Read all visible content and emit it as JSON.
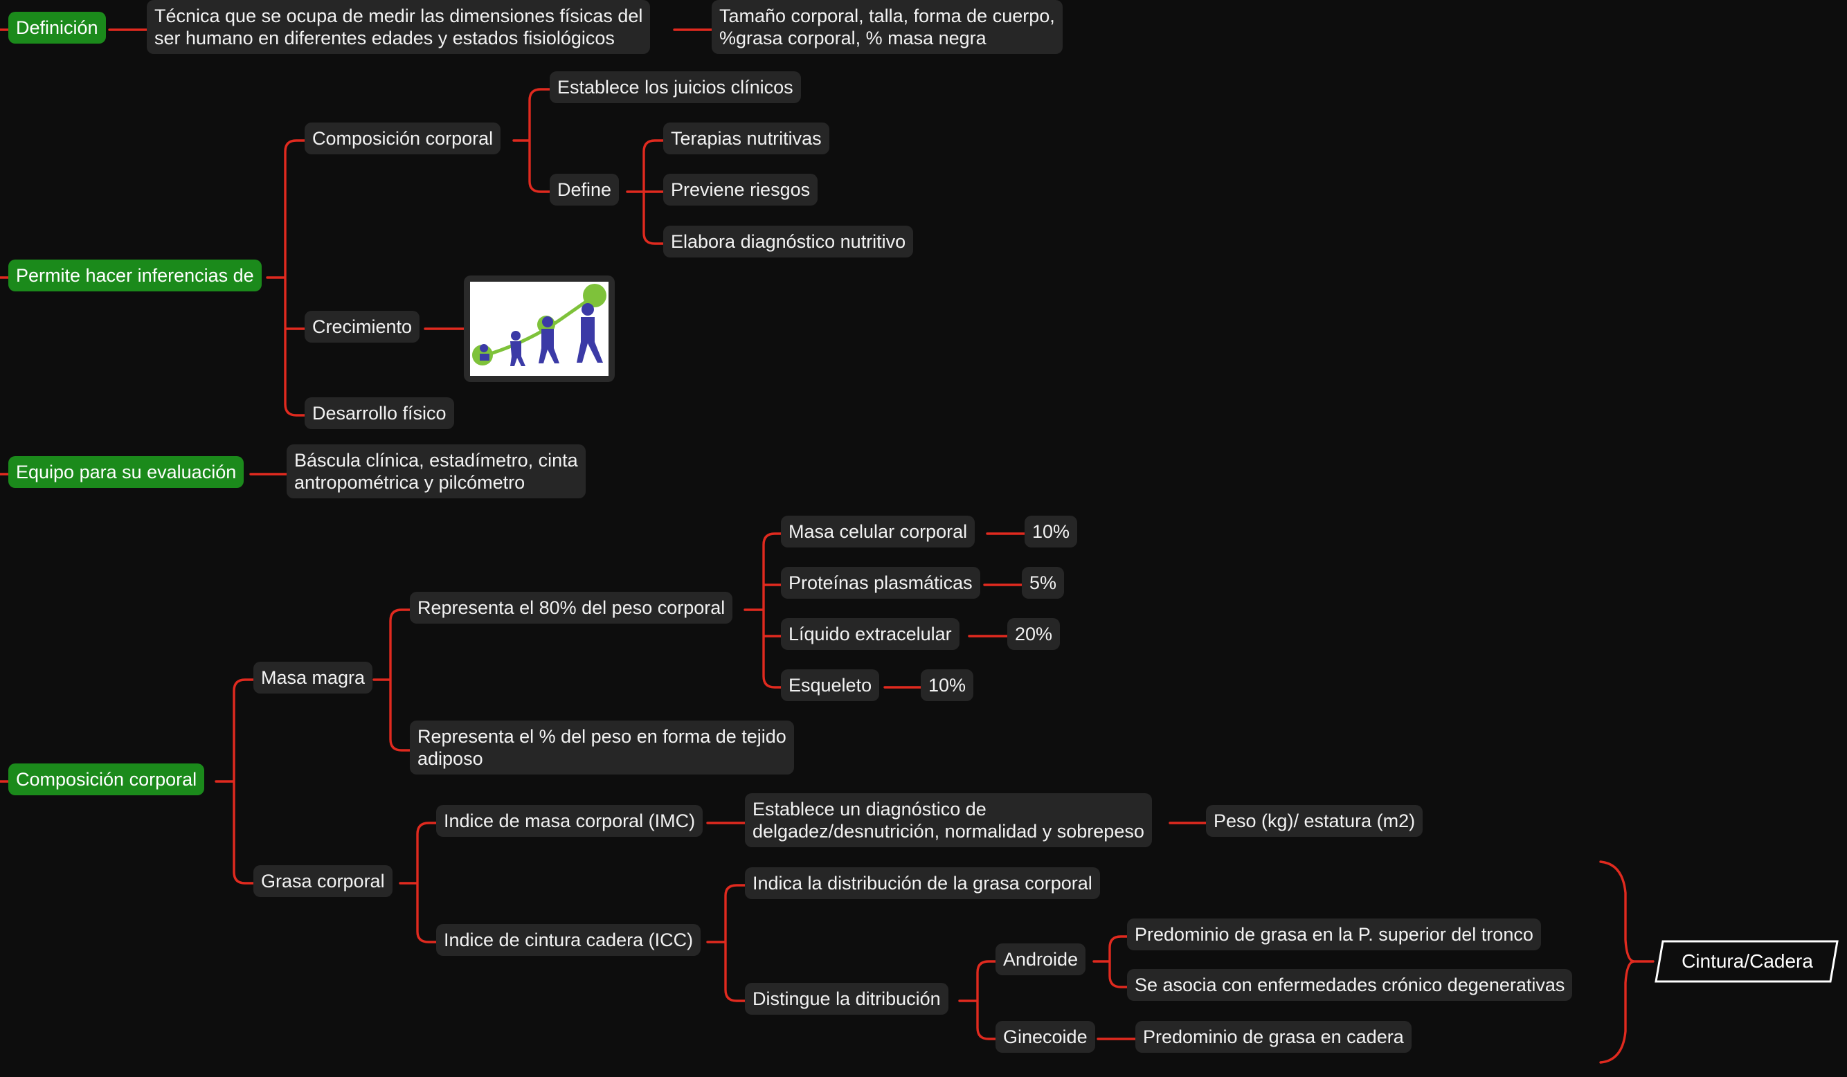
{
  "roots": {
    "definicion": "Definición",
    "inferencias": "Permite hacer inferencias de",
    "equipo": "Equipo para su evaluación",
    "composicion": "Composición corporal"
  },
  "definicion": {
    "tecnica": [
      "Técnica que se ocupa de medir las dimensiones físicas del",
      "ser humano en diferentes edades y estados fisiológicos"
    ],
    "tamano": [
      "Tamaño corporal, talla, forma de cuerpo,",
      "%grasa corporal, % masa negra"
    ]
  },
  "inferencias": {
    "composicion": "Composición corporal",
    "juicios": "Establece los juicios clínicos",
    "define": "Define",
    "terapias": "Terapias nutritivas",
    "previene": "Previene riesgos",
    "elabora": "Elabora diagnóstico nutritivo",
    "crecimiento": "Crecimiento",
    "desarrollo": "Desarrollo físico"
  },
  "equipo": {
    "items": [
      "Báscula clínica, estadímetro, cinta",
      "antropométrica y pilcómetro"
    ]
  },
  "composicion": {
    "masa_magra": "Masa magra",
    "representa80": "Representa el 80% del peso corporal",
    "masa_celular": "Masa celular corporal",
    "masa_celular_pct": "10%",
    "proteinas": "Proteínas plasmáticas",
    "proteinas_pct": "5%",
    "liquido": "Líquido extracelular",
    "liquido_pct": "20%",
    "esqueleto": "Esqueleto",
    "esqueleto_pct": "10%",
    "representa_tejido": [
      "Representa el % del peso en forma de tejido",
      "adiposo"
    ],
    "grasa": "Grasa corporal",
    "imc": "Indice de masa corporal (IMC)",
    "imc_desc": [
      "Establece un diagnóstico de",
      "delgadez/desnutrición, normalidad y sobrepeso"
    ],
    "imc_formula": "Peso (kg)/ estatura (m2)",
    "icc": "Indice de cintura cadera (ICC)",
    "icc_indica": "Indica la distribución de la grasa corporal",
    "distingue": "Distingue la ditribución",
    "androide": "Androide",
    "androide_a": "Predominio de grasa en la P. superior del tronco",
    "androide_b": "Se asocia con enfermedades crónico degenerativas",
    "ginecoide": "Ginecoide",
    "ginecoide_a": "Predominio  de grasa en cadera",
    "cintura_cadera": "Cintura/Cadera"
  },
  "colors": {
    "root_fill": "#1b8a1b",
    "node_fill": "#262626",
    "connector": "#e02a1f",
    "background": "#0d0d0d"
  },
  "image_alt": "growth-illustration"
}
